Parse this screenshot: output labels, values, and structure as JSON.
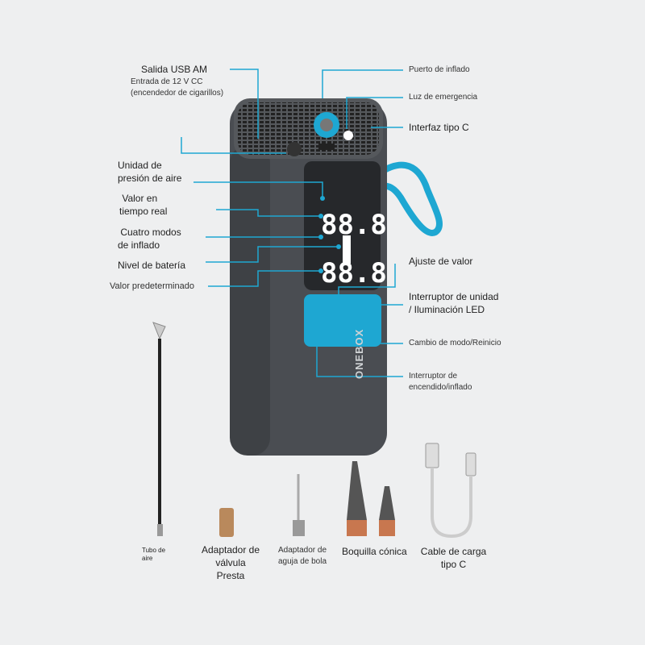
{
  "colors": {
    "accent": "#1ea7d2",
    "device": "#4a4d52"
  },
  "device": {
    "brand": "ONEBOX",
    "display_top": "88.8",
    "display_bottom": "88.8"
  },
  "left_labels": {
    "usb": "Salida USB AM",
    "dc_in_1": "Entrada de 12 V CC",
    "dc_in_2": "(encendedor de cigarillos)",
    "unit_1": "Unidad de",
    "unit_2": "presión de aire",
    "realtime_1": "Valor en",
    "realtime_2": "tiempo real",
    "modes_1": "Cuatro modos",
    "modes_2": "de inflado",
    "battery": "Nivel de batería",
    "preset": "Valor predeterminado"
  },
  "right_labels": {
    "port": "Puerto de inflado",
    "light": "Luz de emergencia",
    "typec": "Interfaz tipo C",
    "adjust": "Ajuste de valor",
    "unit_switch_1": "Interruptor de unidad",
    "unit_switch_2": "/ Iluminación LED",
    "mode": "Cambio de modo/Reinicio",
    "power_1": "Interruptor de",
    "power_2": "encendido/inflado"
  },
  "accessories": {
    "tube_1": "Tubo de",
    "tube_2": "aire",
    "presta_1": "Adaptador de",
    "presta_2": "válvula",
    "presta_3": "Presta",
    "needle_1": "Adaptador de",
    "needle_2": "aguja de bola",
    "cone": "Boquilla cónica",
    "cable_1": "Cable de carga",
    "cable_2": "tipo C"
  }
}
